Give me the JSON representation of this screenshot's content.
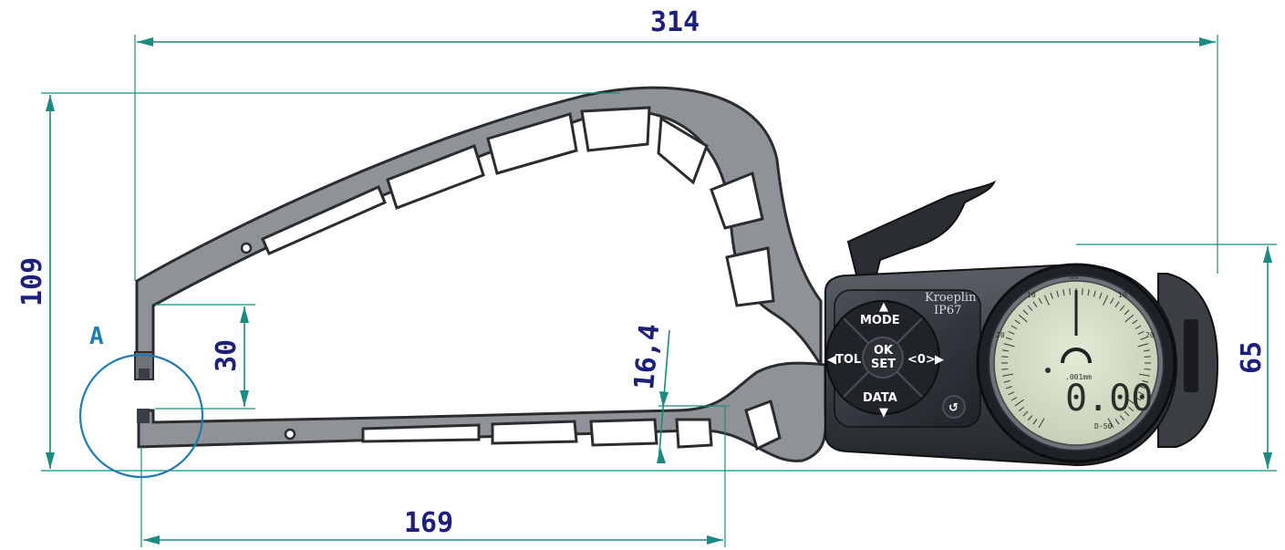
{
  "dimensions": {
    "overall_length": "314",
    "overall_height": "109",
    "lower_arm_length": "169",
    "measuring_range": "30",
    "arm_depth": "16,4",
    "display_height": "65"
  },
  "detail": {
    "label": "A"
  },
  "instrument": {
    "brand": "Kroeplin",
    "ip_rating": "IP67",
    "buttons": {
      "mode": "MODE",
      "tol": "TOL",
      "ok": "OK",
      "set": "SET",
      "zero": "<0>",
      "data": "DATA"
    },
    "display": {
      "reading": "0.00",
      "resolution": ".001mm",
      "model": "D-50",
      "scale_top": "00",
      "scale_left_top": "10",
      "scale_right_top": "10",
      "scale_left": "20",
      "scale_right": "20"
    }
  },
  "colors": {
    "dimension_line": "#1b8a80",
    "dimension_text": "#1d1f7a",
    "frame": "#8f9296",
    "housing": "#2e3136",
    "lcd": "#d4ddc7"
  }
}
